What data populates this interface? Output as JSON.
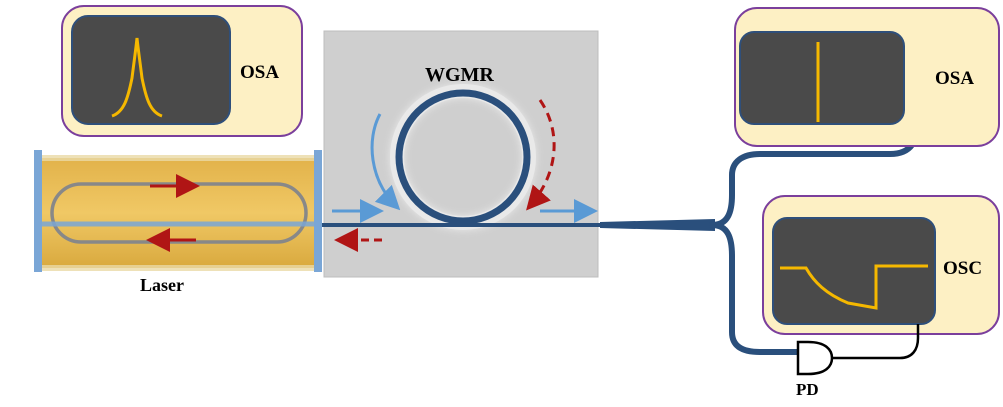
{
  "labels": {
    "osa_left": "OSA",
    "osa_right": "OSA",
    "osc": "OSC",
    "wgmr": "WGMR",
    "laser": "Laser",
    "pd": "PD"
  },
  "colors": {
    "instrument_panel_fill": "#fdf0c4",
    "instrument_panel_border": "#7b3f9c",
    "screen_fill": "#4a4a4a",
    "screen_border": "#2f4f7a",
    "trace": "#f5b800",
    "laser_body": "#e8bd55",
    "laser_mirror": "#7aa6d6",
    "laser_cavity": "#888888",
    "wgmr_background": "#cfcfcf",
    "waveguide": "#2a4f7c",
    "forward_arrow": "#5a9ad5",
    "backward_arrow": "#b01515",
    "pd_wire": "#000000"
  },
  "icons": {
    "osa_left_trace": "lorentzian-peak",
    "osa_right_trace": "single-line",
    "osc_trace": "transmission-dip",
    "pd": "photodetector-symbol"
  }
}
